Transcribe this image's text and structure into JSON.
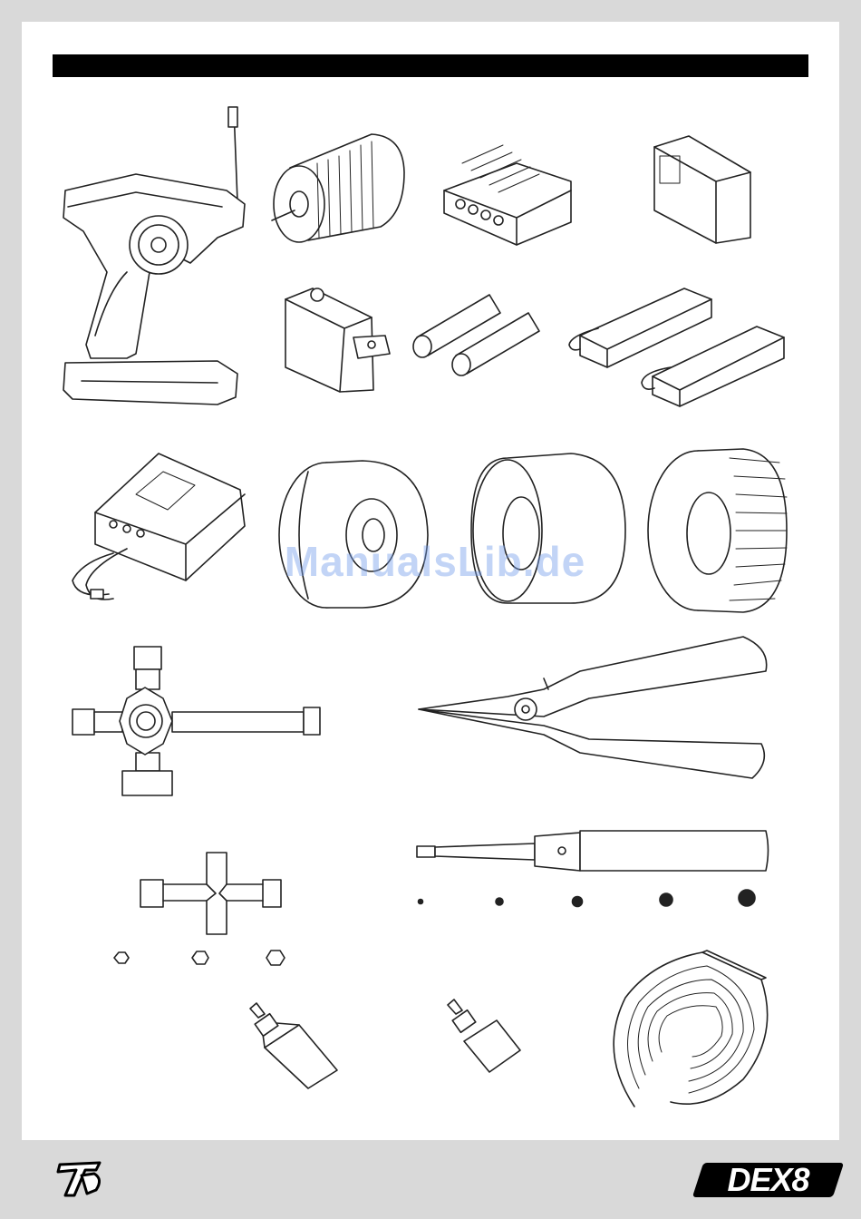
{
  "document": {
    "watermark": "ManualsLib.de",
    "brand_left_logo": "TD",
    "brand_right_logo": "DEX8"
  },
  "icons": [
    "transmitter-icon",
    "brushless-motor-icon",
    "speed-controller-icon",
    "receiver-icon",
    "servo-icon",
    "aa-batteries-icon",
    "lipo-battery-packs-icon",
    "charger-icon",
    "wheel-rim-icon",
    "tire-insert-icon",
    "tire-icon",
    "cross-wrench-icon",
    "needle-nose-pliers-icon",
    "small-cross-wrench-icon",
    "hex-nut-sizes-icon",
    "hex-driver-icon",
    "hex-driver-sizes-icon",
    "shock-oil-bottle-icon",
    "diff-oil-bottle-icon",
    "tape-roll-icon"
  ],
  "colors": {
    "page": "#ffffff",
    "margin": "#d9d9d9",
    "line": "#222222",
    "watermark": "#78a0eb"
  }
}
